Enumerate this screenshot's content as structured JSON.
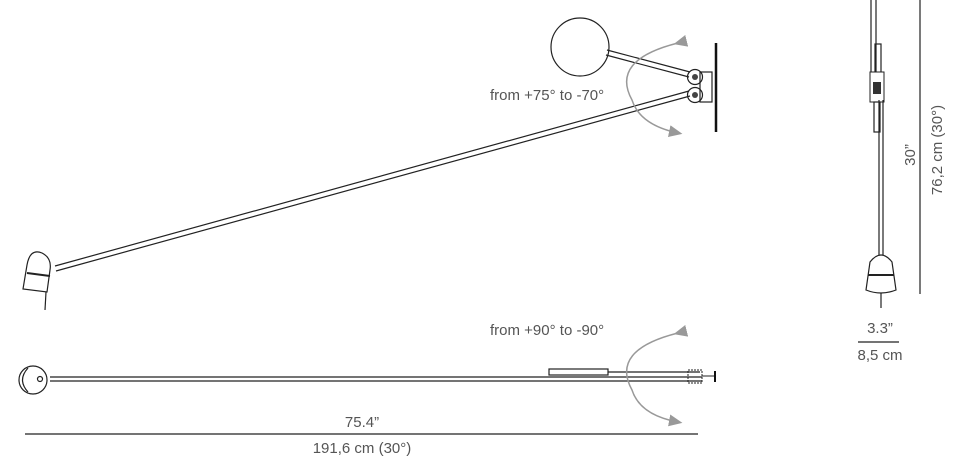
{
  "annotations": {
    "side_rotation": "from +75° to -70°",
    "top_rotation": "from +90° to -90°",
    "length_in": "75.4”",
    "length_cm": "191,6 cm (30°)",
    "height_in": "30”",
    "height_cm": "76,2 cm (30°)",
    "head_width_in": "3.3”",
    "head_width_cm": "8,5 cm"
  },
  "colors": {
    "line": "#222222",
    "arrow": "#999999",
    "text": "#555555"
  }
}
